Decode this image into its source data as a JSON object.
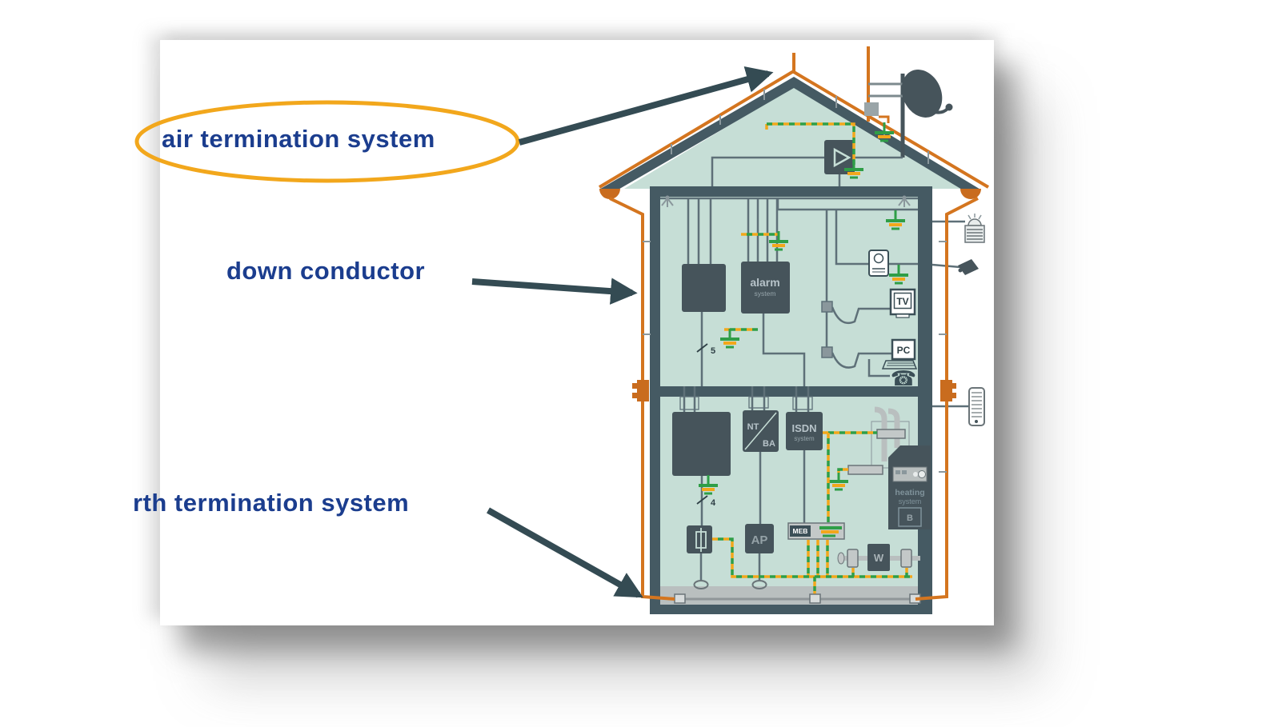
{
  "labels": {
    "air": "air termination system",
    "down": "down conductor",
    "earth": "rth termination system"
  },
  "diagram": {
    "alarm_line1": "alarm",
    "alarm_line2": "system",
    "nt": "NT",
    "ba": "BA",
    "isdn_line1": "ISDN",
    "isdn_line2": "system",
    "heating_line1": "heating",
    "heating_line2": "system",
    "burner": "B",
    "ap": "AP",
    "meb": "MEB",
    "water_meter": "W",
    "tv": "TV",
    "pc": "PC",
    "wire_mark_upper": "5",
    "wire_mark_lower": "4"
  },
  "icons": {
    "phone": "☎"
  },
  "colors": {
    "label_blue": "#1b3d8e",
    "highlight_ellipse": "#f2a71c",
    "arrow": "#344b53",
    "structure_dark": "#455a63",
    "interior_green": "#c6ded6",
    "conductor_orange": "#d4751f",
    "bond_green": "#2f9e47",
    "bond_yellow": "#f2a71b",
    "pipe_gray": "#b9bfbf"
  }
}
